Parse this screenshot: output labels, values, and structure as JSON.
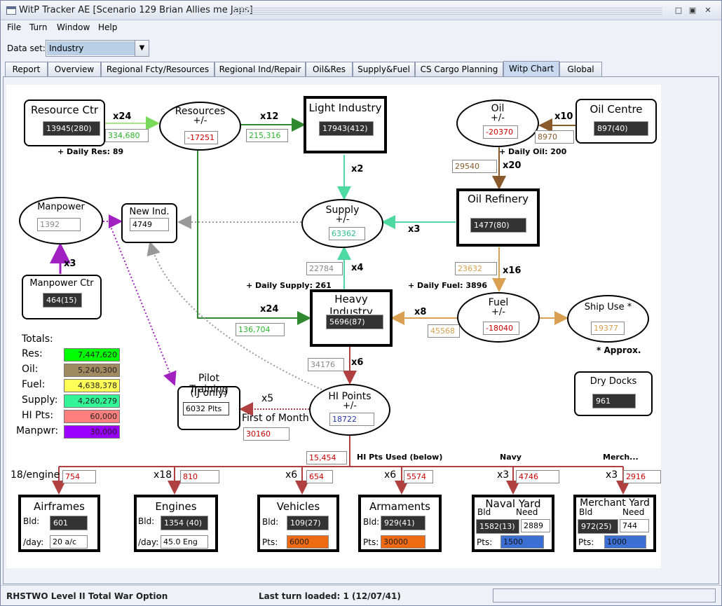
{
  "window": {
    "title": "WitP Tracker AE [Scenario 129 Brian Allies me Japs]",
    "controls": [
      "minimize-icon",
      "maximize-icon",
      "close-icon"
    ]
  },
  "menu": [
    {
      "label": "File"
    },
    {
      "label": "Turn"
    },
    {
      "label": "Window"
    },
    {
      "label": "Help"
    }
  ],
  "dataset": {
    "label": "Data set:",
    "value": "Industry"
  },
  "tabs": [
    {
      "label": "Report"
    },
    {
      "label": "Overview"
    },
    {
      "label": "Regional Fcty/Resources"
    },
    {
      "label": "Regional Ind/Repair"
    },
    {
      "label": "Oil&Res"
    },
    {
      "label": "Supply&Fuel"
    },
    {
      "label": "CS Cargo Planning"
    },
    {
      "label": "Witp Chart"
    },
    {
      "label": "Global"
    }
  ],
  "active_tab": "Witp Chart",
  "chart": {
    "resource_ctr": {
      "title": "Resource Ctr",
      "value": "13945(280)",
      "note": "+ Daily Res: 89"
    },
    "res_to_resources": {
      "mult": "x24",
      "value": "334,680"
    },
    "resources": {
      "title": "Resources",
      "sub": "+/-",
      "value": "-17251"
    },
    "res_to_light": {
      "mult": "x12",
      "value": "215,316"
    },
    "light_industry": {
      "title": "Light Industry",
      "value": "17943(412)"
    },
    "light_to_supply": {
      "mult": "x2"
    },
    "oil": {
      "title": "Oil",
      "sub": "+/-",
      "value": "-20370"
    },
    "oil_centre": {
      "title": "Oil Centre",
      "value": "897(40)"
    },
    "oilcentre_to_oil": {
      "mult": "x10",
      "value": "8970"
    },
    "daily_oil": "+ Daily Oil: 200",
    "oil_to_refinery": {
      "mult": "x20",
      "value": "29540"
    },
    "oil_refinery": {
      "title": "Oil Refinery",
      "value": "1477(80)"
    },
    "refinery_to_supply": {
      "mult": "x3"
    },
    "supply": {
      "title": "Supply",
      "sub": "+/-",
      "value": "63362"
    },
    "hi_to_supply": {
      "mult": "x4",
      "value": "22784"
    },
    "daily_supply": "+ Daily Supply: 261",
    "daily_fuel": "+ Daily Fuel: 3896",
    "refinery_to_fuel": {
      "mult": "x16",
      "value": "23632"
    },
    "manpower": {
      "title": "Manpower",
      "value": "1392"
    },
    "new_ind": {
      "title": "New Ind.",
      "value": "4749"
    },
    "manpower_ctr": {
      "title": "Manpower Ctr",
      "value": "464(15)"
    },
    "mpctr_to_manpower": {
      "mult": "x3"
    },
    "res_to_heavy": {
      "mult": "x24",
      "value": "136,704"
    },
    "heavy_industry": {
      "title": "Heavy Industry",
      "value": "5696(87)"
    },
    "fuel": {
      "title": "Fuel",
      "sub": "+/-",
      "value": "-18040"
    },
    "fuel_to_heavy": {
      "mult": "x8",
      "value": "45568"
    },
    "ship_use": {
      "title": "Ship Use *",
      "value": "19377"
    },
    "approx": "* Approx.",
    "dry_docks": {
      "title": "Dry Docks",
      "value": "961"
    },
    "heavy_to_hi": {
      "mult": "x6",
      "value": "34176"
    },
    "hi_points": {
      "title": "HI Points",
      "sub": "+/-",
      "value": "18722"
    },
    "pilot_training": {
      "title": "Pilot Training",
      "sub": "(IJ only)",
      "value": "6032 Plts"
    },
    "hi_to_pilot": {
      "mult": "x5",
      "label": "First of Month",
      "value": "30160"
    },
    "hi_used": {
      "value": "15,454",
      "label": "HI Pts Used (below)",
      "navy": "Navy",
      "merch": "Merch..."
    },
    "totals": {
      "title": "Totals:",
      "rows": [
        {
          "label": "Res:",
          "value": "7,447,620",
          "color": "#00ff00"
        },
        {
          "label": "Oil:",
          "value": "5,240,300",
          "color": "#a08a60"
        },
        {
          "label": "Fuel:",
          "value": "4,638,378",
          "color": "#ffff55"
        },
        {
          "label": "Supply:",
          "value": "4,260,279",
          "color": "#33f598"
        },
        {
          "label": "HI Pts:",
          "value": "60,000",
          "color": "#ff7f7f"
        },
        {
          "label": "Manpwr:",
          "value": "30,000",
          "color": "#9900ff"
        }
      ]
    },
    "airframes": {
      "mult": "18/engine",
      "cost": "754",
      "title": "Airframes",
      "bld_label": "Bld:",
      "bld": "601",
      "day_label": "/day:",
      "day": "20 a/c"
    },
    "engines": {
      "mult": "x18",
      "cost": "810",
      "title": "Engines",
      "bld_label": "Bld:",
      "bld": "1354 (40)",
      "day_label": "/day:",
      "day": "45.0 Eng"
    },
    "vehicles": {
      "mult": "x6",
      "cost": "654",
      "title": "Vehicles",
      "bld_label": "Bld:",
      "bld": "109(27)",
      "pts_label": "Pts:",
      "pts": "6000"
    },
    "armaments": {
      "mult": "x6",
      "cost": "5574",
      "title": "Armaments",
      "bld_label": "Bld:",
      "bld": "929(41)",
      "pts_label": "Pts:",
      "pts": "30000"
    },
    "naval_yard": {
      "mult": "x3",
      "cost": "4746",
      "title": "Naval Yard",
      "bld_label": "Bld",
      "need_label": "Need",
      "bld": "1582(13)",
      "need": "2889",
      "pts_label": "Pts:",
      "pts": "1500"
    },
    "merchant_yard": {
      "mult": "x3",
      "cost": "2916",
      "title": "Merchant Yard",
      "bld_label": "Bld",
      "need_label": "Need",
      "bld": "972(25)",
      "need": "744",
      "pts_label": "Pts:",
      "pts": "1000"
    }
  },
  "status": {
    "left": "RHSTWO Level II Total War Option",
    "middle": "Last turn loaded: 1 (12/07/41)"
  }
}
